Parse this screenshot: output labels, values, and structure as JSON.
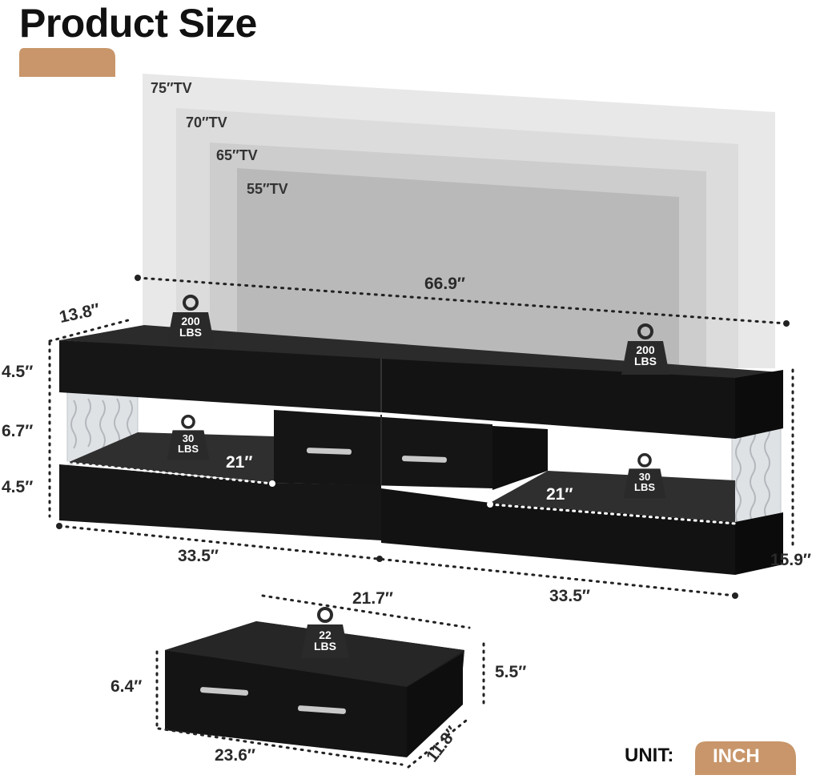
{
  "title": "Product Size",
  "colors": {
    "accent": "#c8966a",
    "furniture": "#141414",
    "tv_back": "#e6e6e6"
  },
  "tv_sizes": [
    "75″TV",
    "70″TV",
    "65″TV",
    "55″TV"
  ],
  "dimensions": {
    "overall_width": "66.9″",
    "depth": "13.8″",
    "top_height": "4.5″",
    "open_height": "6.7″",
    "bottom_height": "4.5″",
    "total_height": "15.9″",
    "left_shelf": "21″",
    "right_shelf": "21″",
    "left_half": "33.5″",
    "right_half": "33.5″"
  },
  "drawer": {
    "inner_width": "21.7″",
    "height": "6.4″",
    "inner_height": "5.5″",
    "width": "23.6″",
    "depth": "11.8″"
  },
  "weights": {
    "top_left": {
      "value": "200",
      "unit": "LBS"
    },
    "top_right": {
      "value": "200",
      "unit": "LBS"
    },
    "shelf_left": {
      "value": "30",
      "unit": "LBS"
    },
    "shelf_right": {
      "value": "30",
      "unit": "LBS"
    },
    "drawer": {
      "value": "22",
      "unit": "LBS"
    }
  },
  "unit": {
    "label": "UNIT:",
    "value": "INCH"
  }
}
